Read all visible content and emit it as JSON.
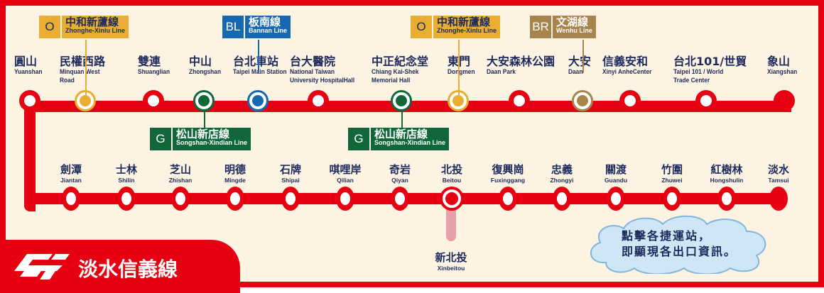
{
  "line_name": "淡水信義線",
  "colors": {
    "red": "#e60012",
    "orange": "#e9ad32",
    "blue": "#1668b0",
    "brown": "#a8834c",
    "green": "#12673a",
    "background": "#fdf3e3"
  },
  "top_stations": [
    {
      "zh": "圓山",
      "en": "Yuanshan",
      "transfer": null
    },
    {
      "zh": "民權西路",
      "en": "Minquan West Road",
      "transfer": "orange"
    },
    {
      "zh": "雙連",
      "en": "Shuanglian",
      "transfer": null
    },
    {
      "zh": "中山",
      "en": "Zhongshan",
      "transfer": "green"
    },
    {
      "zh": "台北車站",
      "en": "Taipei Main Station",
      "transfer": "blue"
    },
    {
      "zh": "台大醫院",
      "en": "National Taiwan University HospitalHall",
      "transfer": null
    },
    {
      "zh": "中正紀念堂",
      "en": "Chiang Kai-Shek Memorial Hall",
      "transfer": "green"
    },
    {
      "zh": "東門",
      "en": "Dongmen",
      "transfer": "orange"
    },
    {
      "zh": "大安森林公園",
      "en": "Daan Park",
      "transfer": null
    },
    {
      "zh": "大安",
      "en": "Daan",
      "transfer": "brown"
    },
    {
      "zh": "信義安和",
      "en": "Xinyi AnheCenter",
      "transfer": null
    },
    {
      "zh": "台北101/世貿",
      "en": "Taipei 101 / World Trade Center",
      "transfer": null
    },
    {
      "zh": "象山",
      "en": "Xiangshan",
      "transfer": "terminal"
    }
  ],
  "bottom_stations": [
    {
      "zh": "劍潭",
      "en": "Jiantan"
    },
    {
      "zh": "士林",
      "en": "Shilin"
    },
    {
      "zh": "芝山",
      "en": "Zhishan"
    },
    {
      "zh": "明德",
      "en": "Mingde"
    },
    {
      "zh": "石牌",
      "en": "Shipai"
    },
    {
      "zh": "唭哩岸",
      "en": "Qilian"
    },
    {
      "zh": "奇岩",
      "en": "Qiyan"
    },
    {
      "zh": "北投",
      "en": "Beitou"
    },
    {
      "zh": "復興崗",
      "en": "Fuxinggang"
    },
    {
      "zh": "忠義",
      "en": "Zhongyi"
    },
    {
      "zh": "關渡",
      "en": "Guandu"
    },
    {
      "zh": "竹圍",
      "en": "Zhuwei"
    },
    {
      "zh": "紅樹林",
      "en": "Hongshulin"
    },
    {
      "zh": "淡水",
      "en": "Tamsui"
    }
  ],
  "branch_station": {
    "zh": "新北投",
    "en": "Xinbeitou"
  },
  "transfer_badges": [
    {
      "code": "O",
      "zh": "中和新蘆線",
      "en": "Zhonghe-Xinlu Line",
      "cls": "o"
    },
    {
      "code": "BL",
      "zh": "板南線",
      "en": "Bannan Line",
      "cls": "bl"
    },
    {
      "code": "O",
      "zh": "中和新蘆線",
      "en": "Zhonghe-Xinlu Line",
      "cls": "o"
    },
    {
      "code": "BR",
      "zh": "文湖線",
      "en": "Wenhu Line",
      "cls": "br"
    },
    {
      "code": "G",
      "zh": "松山新店線",
      "en": "Songshan-Xindian Line",
      "cls": "g"
    },
    {
      "code": "G",
      "zh": "松山新店線",
      "en": "Songshan-Xindian Line",
      "cls": "g"
    }
  ],
  "hint": {
    "line1": "點擊各捷運站，",
    "line2": "即顯現各出口資訊。"
  }
}
